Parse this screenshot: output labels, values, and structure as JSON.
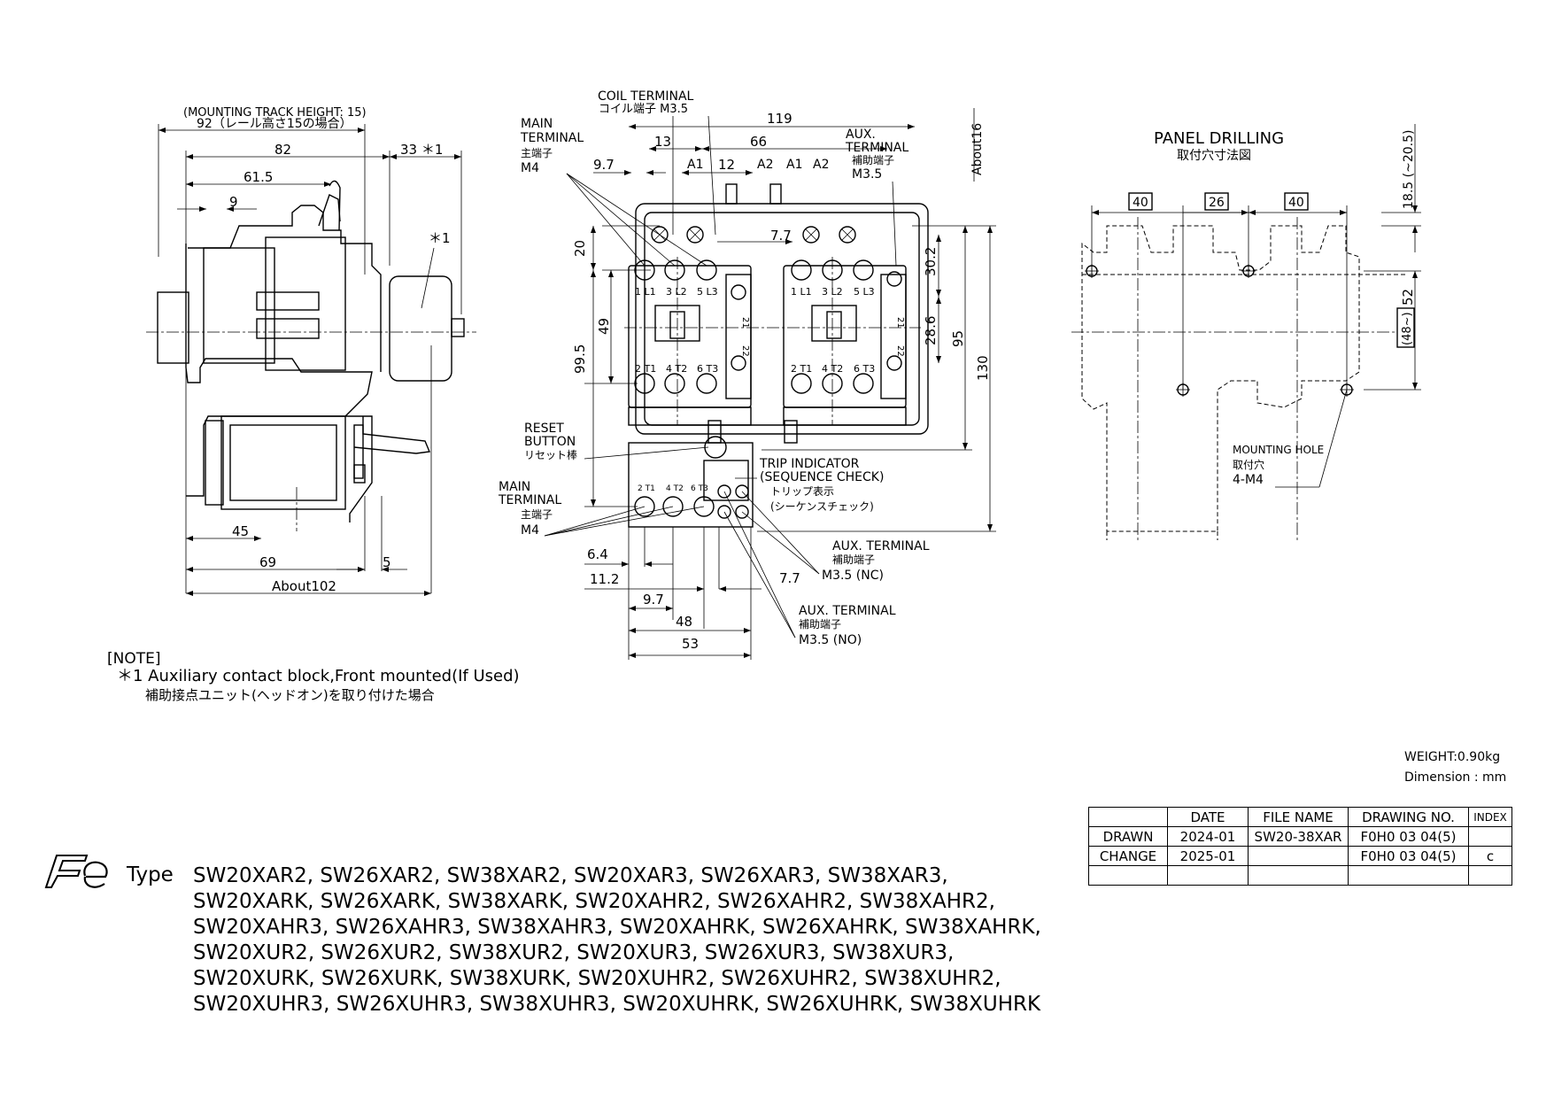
{
  "side_view": {
    "rail_note": "(MOUNTING TRACK HEIGHT: 15)",
    "dim_92": "92（レール高さ15の場合）",
    "dim_82": "82",
    "dim_33": "33 ＊1",
    "dim_61_5": "61.5",
    "dim_9": "9",
    "note_ref": "＊1",
    "dim_45": "45",
    "dim_69": "69",
    "dim_5": "5",
    "dim_about102": "About102"
  },
  "front_view": {
    "coil_terminal_en": "COIL TERMINAL",
    "coil_terminal_jp": "コイル端子 M3.5",
    "main_terminal_en_1": "MAIN",
    "main_terminal_en_2": "TERMINAL",
    "main_terminal_jp": "主端子",
    "main_terminal_m4": "M4",
    "aux_terminal_en_1": "AUX.",
    "aux_terminal_en_2": "TERMINAL",
    "aux_terminal_jp": "補助端子",
    "aux_terminal_m35": "M3.5",
    "dim_119": "119",
    "dim_13": "13",
    "dim_66": "66",
    "dim_9_7": "9.7",
    "dim_12": "12",
    "label_a1": "A1",
    "label_a2": "A2",
    "dim_about16": "About16",
    "dim_7_7_top": "7.7",
    "dim_20": "20",
    "dim_49": "49",
    "dim_99_5": "99.5",
    "dim_30_2": "30.2",
    "dim_28_6": "28.6",
    "dim_95": "95",
    "dim_130": "130",
    "term_l1": "1 L1",
    "term_l2": "3 L2",
    "term_l3": "5 L3",
    "term_t1": "2 T1",
    "term_t2": "4 T2",
    "term_t3": "6 T3",
    "term_21": "21",
    "term_22": "22",
    "reset_en_1": "RESET",
    "reset_en_2": "BUTTON",
    "reset_jp": "リセット棒",
    "main2_en_1": "MAIN",
    "main2_en_2": "TERMINAL",
    "main2_jp": "主端子",
    "main2_m4": "M4",
    "trip_en_1": "TRIP INDICATOR",
    "trip_en_2": "(SEQUENCE CHECK)",
    "trip_jp_1": "トリップ表示",
    "trip_jp_2": "(シーケンスチェック)",
    "aux_nc_en": "AUX. TERMINAL",
    "aux_nc_jp": "補助端子",
    "aux_nc_m": "M3.5 (NC)",
    "aux_no_en": "AUX. TERMINAL",
    "aux_no_jp": "補助端子",
    "aux_no_m": "M3.5 (NO)",
    "dim_6_4": "6.4",
    "dim_11_2": "11.2",
    "dim_7_7_bot": "7.7",
    "dim_9_7_bot": "9.7",
    "dim_48": "48",
    "dim_53": "53"
  },
  "panel": {
    "title_en": "PANEL DRILLING",
    "title_jp": "取付穴寸法図",
    "dim_40a": "40",
    "dim_26": "26",
    "dim_40b": "40",
    "dim_18_5": "18.5 (~20.5)",
    "dim_52": "52",
    "dim_48": "(48~)",
    "hole_en": "MOUNTING HOLE",
    "hole_jp": "取付穴",
    "hole_m": "4-M4"
  },
  "note": {
    "head": "[NOTE]",
    "line1": "＊1  Auxiliary contact block,Front mounted(If Used)",
    "line2": "補助接点ユニット(ヘッドオン)を取り付けた場合"
  },
  "meta": {
    "weight": "WEIGHT:0.90kg",
    "dimension": "Dimension : mm"
  },
  "title_block": {
    "headers": [
      "",
      "DATE",
      "FILE NAME",
      "DRAWING NO.",
      "INDEX"
    ],
    "rows": [
      [
        "DRAWN",
        "2024-01",
        "SW20-38XAR",
        "F0H0 03 04(5)",
        ""
      ],
      [
        "CHANGE",
        "2025-01",
        "",
        "F0H0 03 04(5)",
        "c"
      ],
      [
        "",
        "",
        "",
        "",
        ""
      ]
    ]
  },
  "type_label": "Type",
  "types": [
    "SW20XAR2, SW26XAR2, SW38XAR2, SW20XAR3, SW26XAR3, SW38XAR3,",
    "SW20XARK, SW26XARK, SW38XARK, SW20XAHR2, SW26XAHR2, SW38XAHR2,",
    "SW20XAHR3, SW26XAHR3, SW38XAHR3, SW20XAHRK, SW26XAHRK, SW38XAHRK,",
    "SW20XUR2, SW26XUR2, SW38XUR2, SW20XUR3, SW26XUR3, SW38XUR3,",
    "SW20XURK, SW26XURK, SW38XURK, SW20XUHR2, SW26XUHR2, SW38XUHR2,",
    "SW20XUHR3, SW26XUHR3, SW38XUHR3, SW20XUHRK, SW26XUHRK, SW38XUHRK"
  ]
}
